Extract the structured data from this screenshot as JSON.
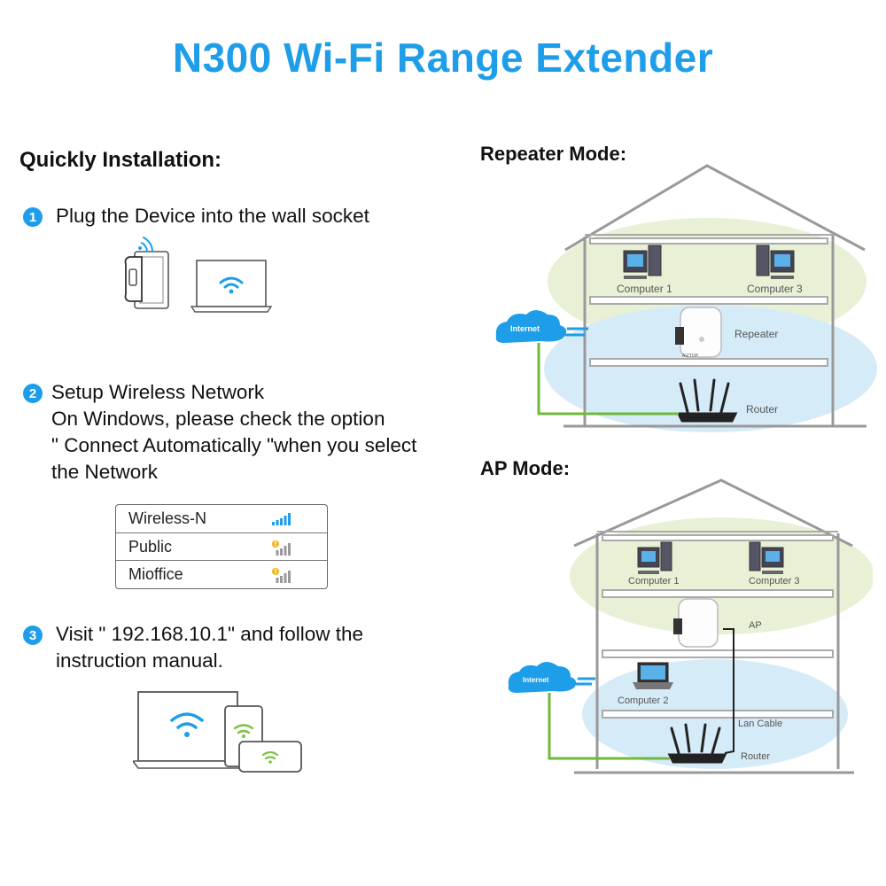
{
  "title": "N300 Wi-Fi Range Extender",
  "installation": {
    "heading": "Quickly Installation:",
    "steps": [
      {
        "number": "1",
        "lines": [
          "Plug the Device into the wall socket"
        ]
      },
      {
        "number": "2",
        "lines": [
          "Setup Wireless Network",
          "On Windows, please check the option",
          "\" Connect Automatically \"when you select",
          "the Network"
        ]
      },
      {
        "number": "3",
        "lines": [
          "Visit \" 192.168.10.1\" and follow the",
          "instruction manual."
        ]
      }
    ],
    "networks": [
      {
        "name": "Wireless-N",
        "secured": false
      },
      {
        "name": "Public",
        "secured": true
      },
      {
        "name": "Mioffice",
        "secured": true
      }
    ]
  },
  "repeater_mode": {
    "heading": "Repeater Mode:",
    "labels": {
      "computer1": "Computer 1",
      "computer3": "Computer 3",
      "repeater": "Repeater",
      "router": "Router",
      "internet": "Internet"
    }
  },
  "ap_mode": {
    "heading": "AP Mode:",
    "labels": {
      "computer1": "Computer 1",
      "computer3": "Computer 3",
      "ap": "AP",
      "computer2": "Computer 2",
      "lan_cable": "Lan Cable",
      "router": "Router",
      "internet": "Internet"
    }
  },
  "device_brand": "AIZTOP",
  "colors": {
    "accent": "#1e9ee8",
    "green_zone": "#e8f1d6",
    "blue_zone": "#d6ebf8",
    "cable_green": "#6fba3a",
    "warning": "#f2b31d",
    "wifi_green": "#7dc242"
  }
}
